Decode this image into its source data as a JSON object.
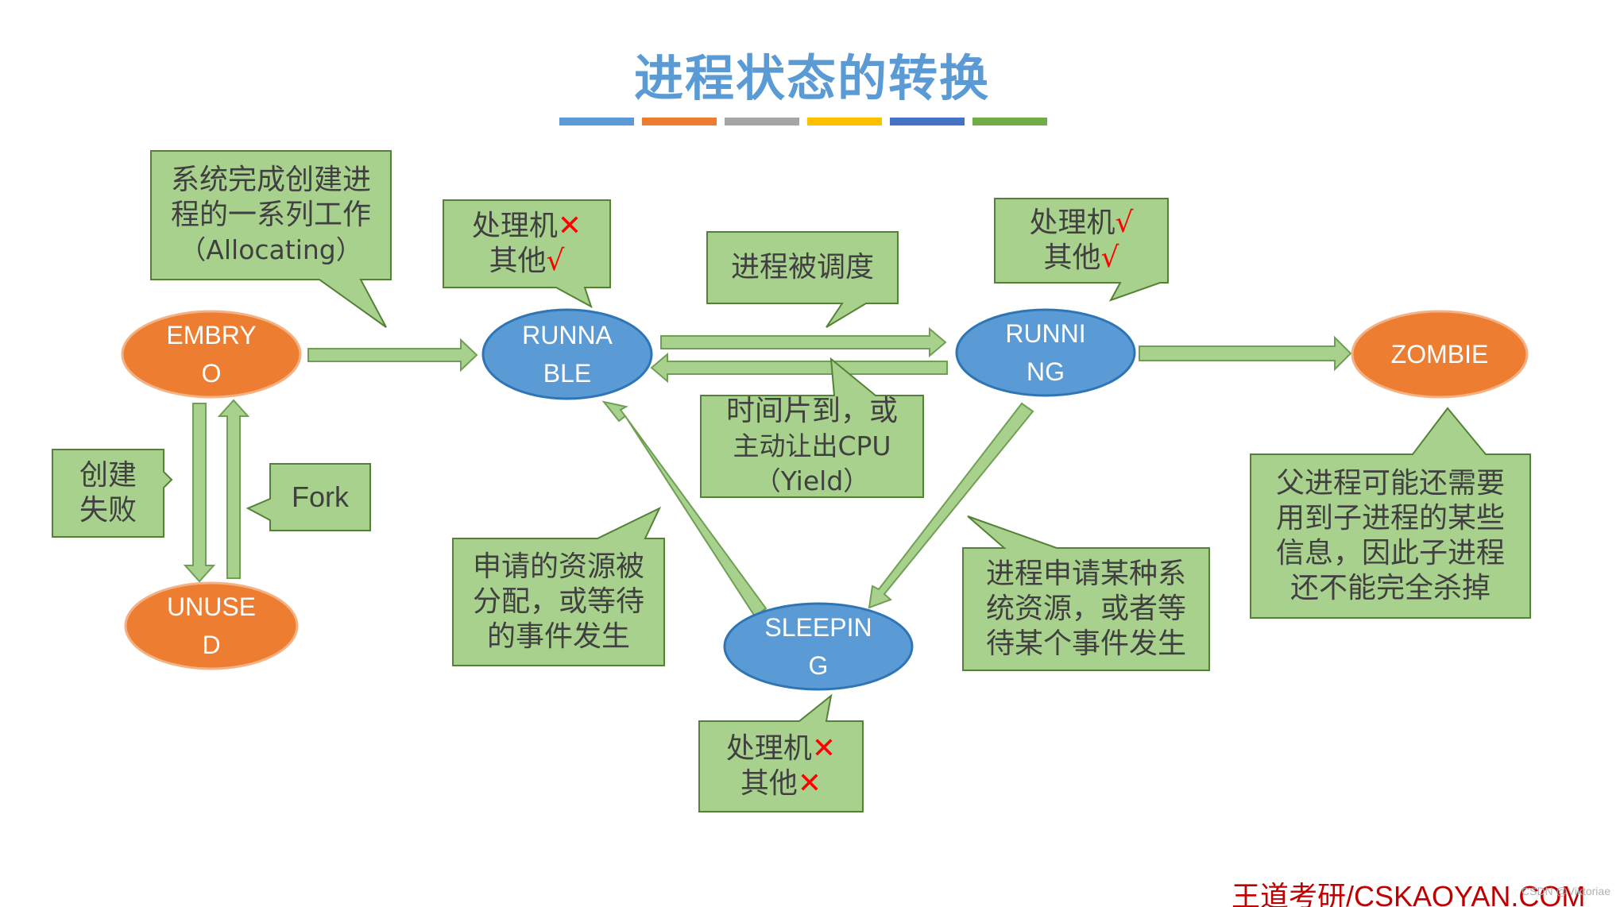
{
  "title": "进程状态的转换",
  "colors": {
    "title": "#5b9bd5",
    "orange_node": "#ed7d31",
    "blue_node": "#5b9bd5",
    "callout_fill": "#a9d18e",
    "callout_border": "#548235",
    "arrow_fill": "#a9d18e",
    "mark": "#ff0000",
    "footer": "#c00000",
    "title_bar": [
      "#5b9bd5",
      "#ed7d31",
      "#a5a5a5",
      "#ffc000",
      "#4472c4",
      "#70ad47"
    ]
  },
  "nodes": {
    "embryo": {
      "line1": "EMBRY",
      "line2": "O"
    },
    "unused": {
      "line1": "UNUSE",
      "line2": "D"
    },
    "runnable": {
      "line1": "RUNNA",
      "line2": "BLE"
    },
    "running": {
      "line1": "RUNNI",
      "line2": "NG"
    },
    "sleeping": {
      "line1": "SLEEPIN",
      "line2": "G"
    },
    "zombie": {
      "line1": "ZOMBIE"
    }
  },
  "callouts": {
    "allocating": {
      "lines": [
        "系统完成创建进",
        "程的一系列工作",
        "（Allocating）"
      ]
    },
    "create_fail": {
      "lines": [
        "创建",
        "失败"
      ]
    },
    "fork": {
      "lines": [
        "Fork"
      ]
    },
    "runnable_state": {
      "line1_text": "处理机",
      "line1_mark": "✕",
      "line2_text": "其他",
      "line2_mark": "√"
    },
    "scheduled": {
      "lines": [
        "进程被调度"
      ]
    },
    "running_state": {
      "line1_text": "处理机",
      "line1_mark": "√",
      "line2_text": "其他",
      "line2_mark": "√"
    },
    "timeslice": {
      "lines": [
        "时间片到，或",
        "主动让出CPU",
        "（Yield）"
      ]
    },
    "resource_granted": {
      "lines": [
        "申请的资源被",
        "分配，或等待",
        "的事件发生"
      ]
    },
    "request_resource": {
      "lines": [
        "进程申请某种系",
        "统资源，或者等",
        "待某个事件发生"
      ]
    },
    "zombie_note": {
      "lines": [
        "父进程可能还需要",
        "用到子进程的某些",
        "信息，因此子进程",
        "还不能完全杀掉"
      ]
    },
    "sleeping_state": {
      "line1_text": "处理机",
      "line1_mark": "✕",
      "line2_text": "其他",
      "line2_mark": "✕"
    }
  },
  "footer": "王道考研/CSKAOYAN.COM",
  "watermark": "CSDN @Viktoriae"
}
